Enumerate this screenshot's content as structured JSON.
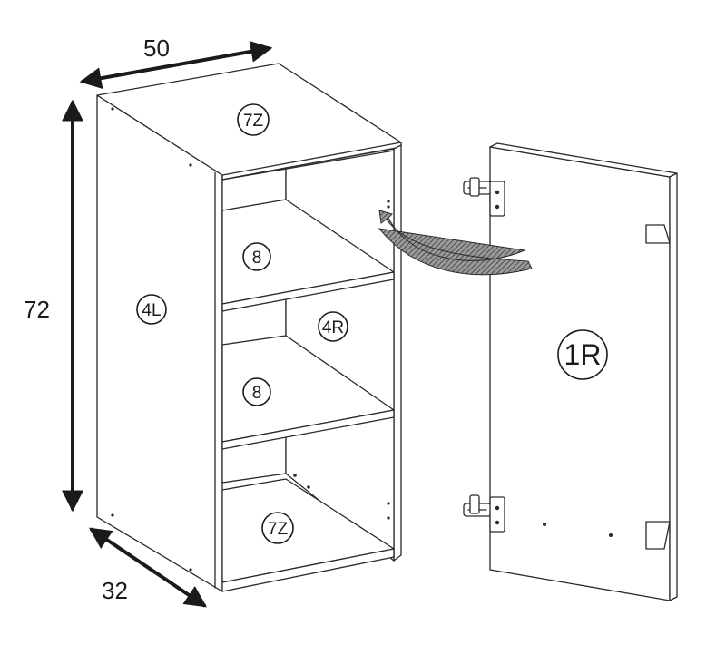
{
  "dimensions": {
    "width": "50",
    "height": "72",
    "depth": "32"
  },
  "parts": {
    "top_panel": "7Z",
    "bottom_panel": "7Z",
    "side_panel_left": "4L",
    "side_panel_right": "4R",
    "shelf_upper": "8",
    "shelf_lower": "8",
    "door": "1R"
  },
  "icons": {
    "hinge": "hinge-icon",
    "arrow": "curved-arrow-icon",
    "handle": "door-handle-icon"
  },
  "colors": {
    "line": "#2a2a2a",
    "background": "#ffffff"
  }
}
